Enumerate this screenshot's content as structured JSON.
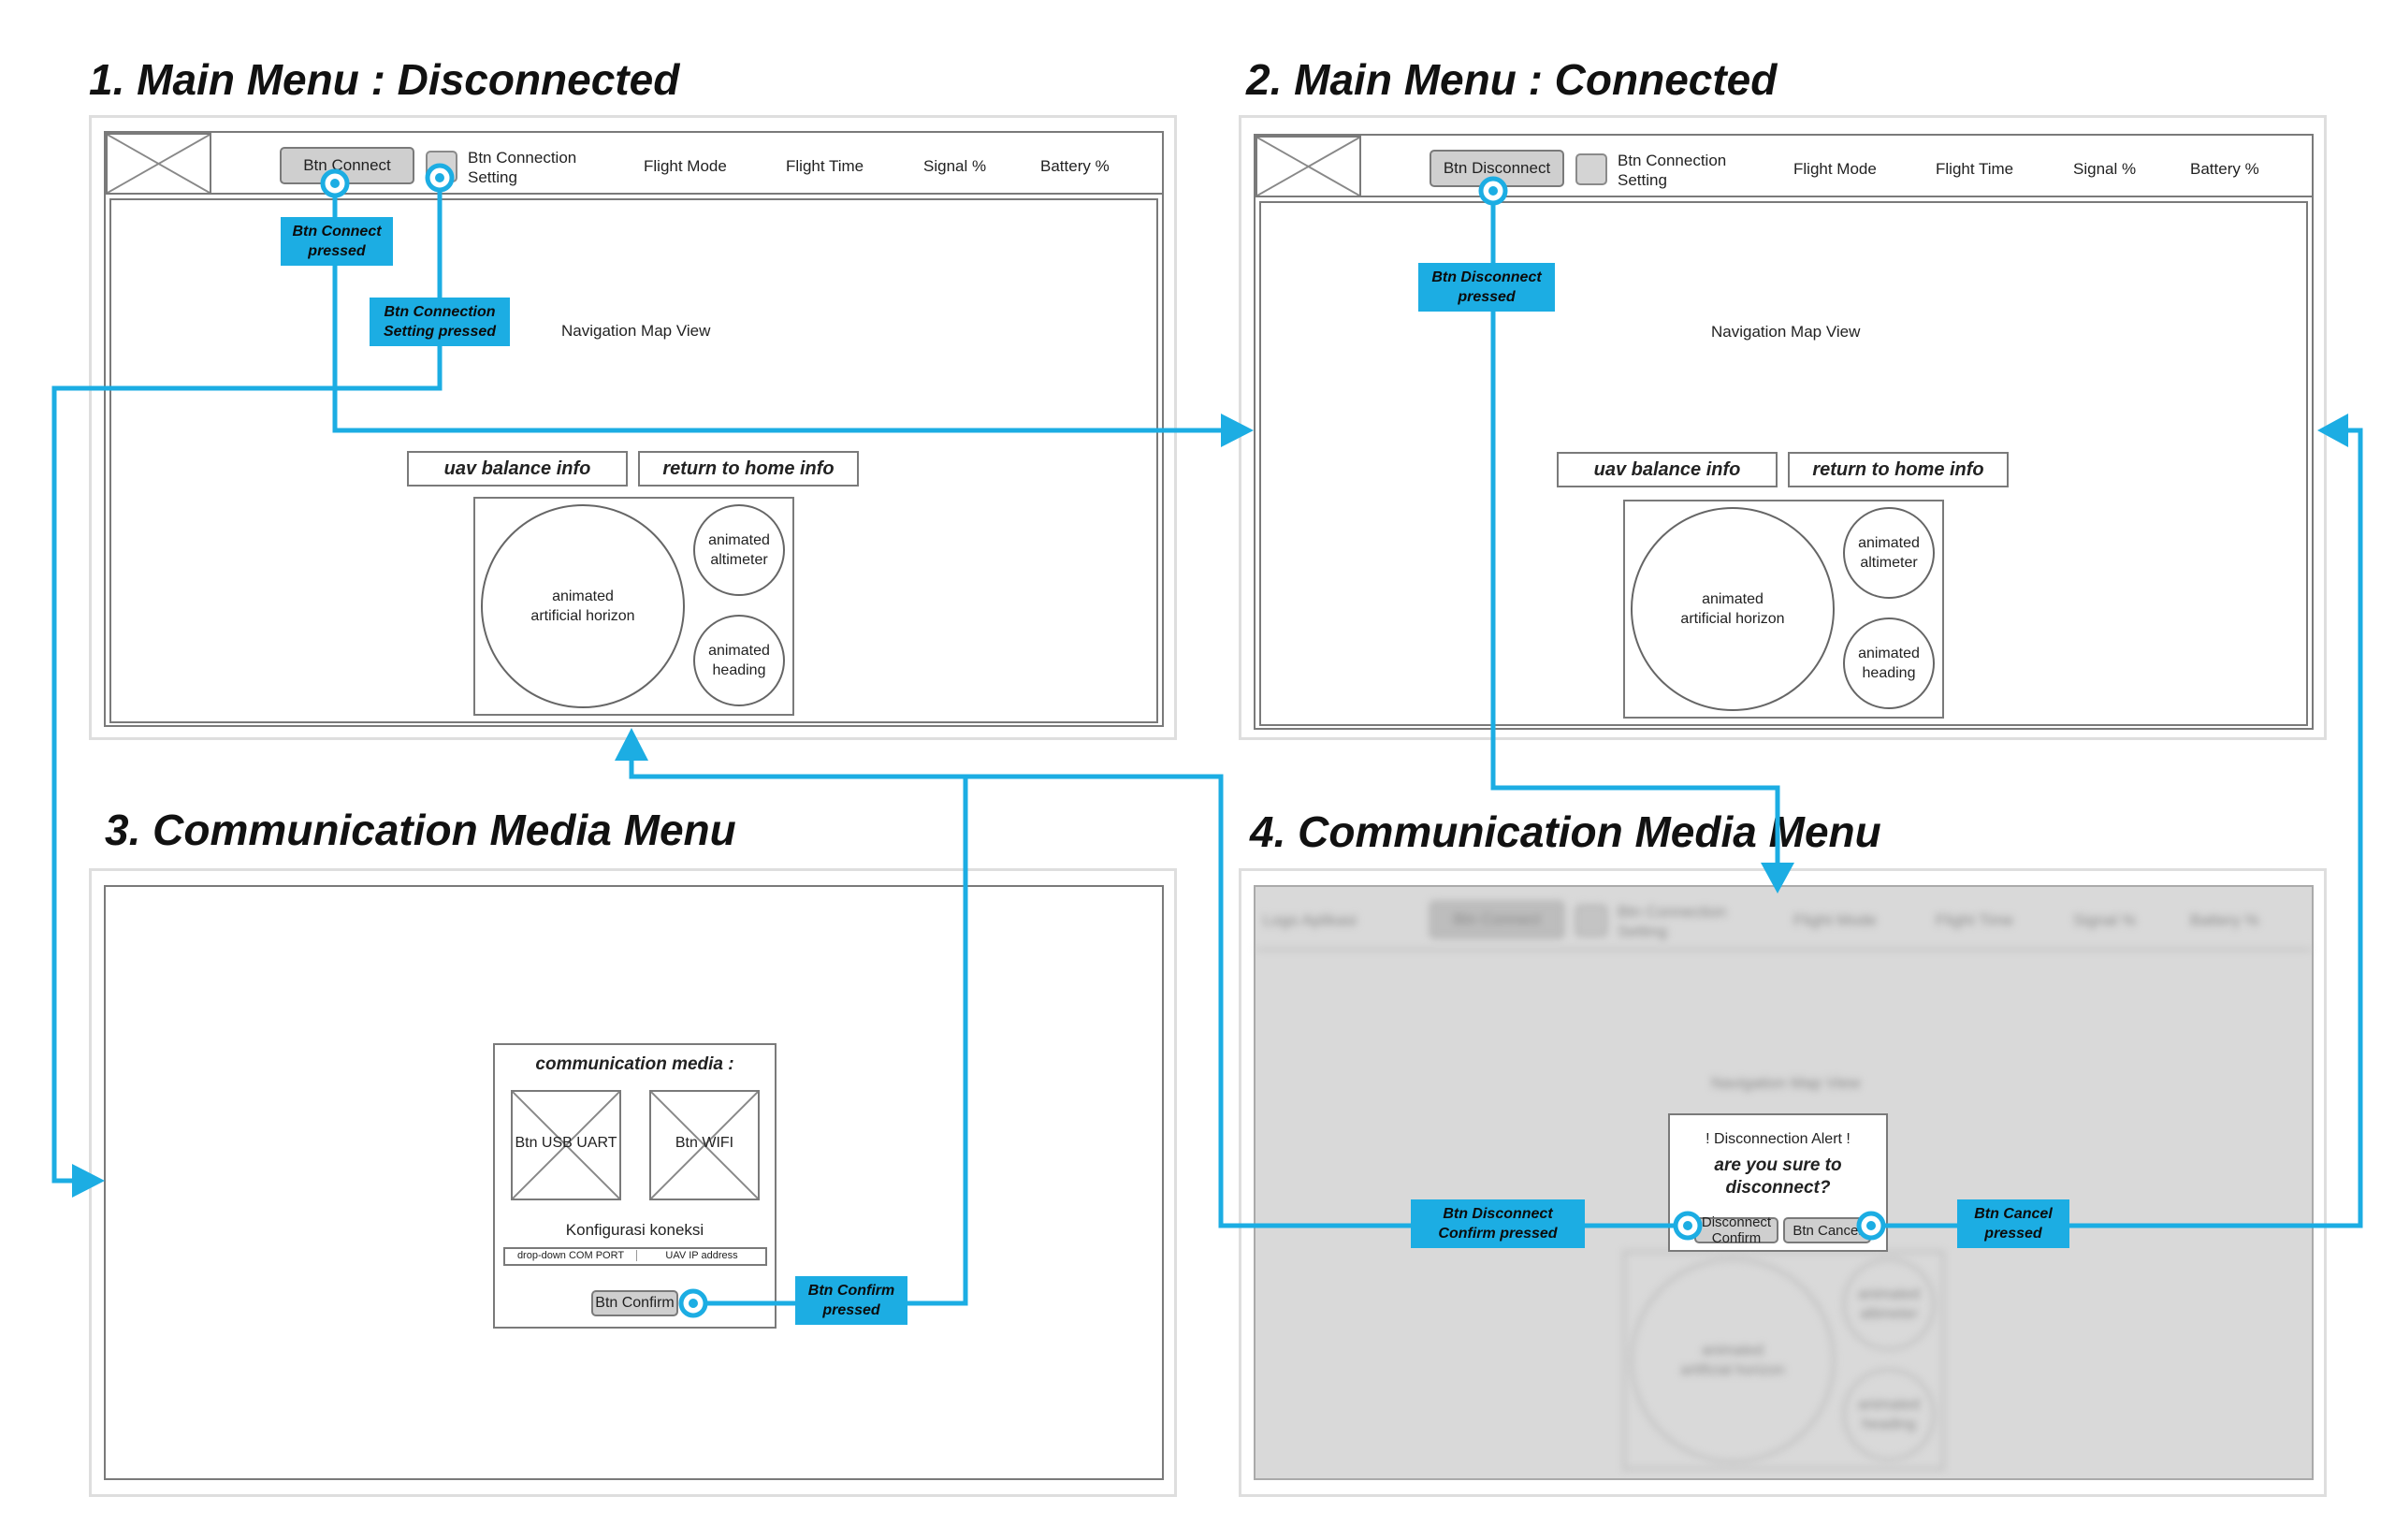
{
  "titles": {
    "p1": "1. Main Menu : Disconnected",
    "p2": "2. Main Menu : Connected",
    "p3": "3. Communication Media Menu",
    "p4": "4. Communication Media Menu"
  },
  "panel1": {
    "btn_connect": "Btn Connect",
    "btn_conn_setting": [
      "Btn Connection",
      "Setting"
    ],
    "flight_mode": "Flight Mode",
    "flight_time": "Flight Time",
    "signal": "Signal %",
    "battery": "Battery %",
    "nav_map": "Navigation Map View",
    "uav_balance": "uav balance info",
    "return_home": "return to home info",
    "horizon": [
      "animated",
      "artificial horizon"
    ],
    "altimeter": [
      "animated",
      "altimeter"
    ],
    "heading": [
      "animated",
      "heading"
    ]
  },
  "panel2": {
    "btn_disconnect": "Btn Disconnect",
    "btn_conn_setting": [
      "Btn Connection",
      "Setting"
    ],
    "flight_mode": "Flight Mode",
    "flight_time": "Flight Time",
    "signal": "Signal %",
    "battery": "Battery %",
    "nav_map": "Navigation Map View",
    "uav_balance": "uav balance info",
    "return_home": "return to home info",
    "horizon": [
      "animated",
      "artificial horizon"
    ],
    "altimeter": [
      "animated",
      "altimeter"
    ],
    "heading": [
      "animated",
      "heading"
    ]
  },
  "panel3": {
    "comm_media": "communication media :",
    "btn_usb": "Btn USB UART",
    "btn_wifi": "Btn WIFI",
    "konfig": "Konfigurasi koneksi",
    "com_port": "drop-down COM PORT",
    "uav_ip": "UAV IP address",
    "btn_confirm": "Btn Confirm"
  },
  "panel4": {
    "logo": "Logo Aplikasi",
    "btn_connect": "Btn Connect",
    "btn_conn_setting": [
      "Btn Connection",
      "Setting"
    ],
    "flight_mode": "Flight Mode",
    "flight_time": "Flight Time",
    "signal": "Signal %",
    "battery": "Battery %",
    "nav_map": "Navigation Map View",
    "horizon": [
      "animated",
      "artificial horizon"
    ],
    "altimeter": [
      "animated",
      "altimeter"
    ],
    "heading": [
      "animated",
      "heading"
    ],
    "alert_title": "! Disconnection Alert !",
    "alert_question": [
      "are you sure to",
      "disconnect?"
    ],
    "btn_disc_confirm": [
      "Disconnect",
      "Confirm"
    ],
    "btn_cancel": "Btn Cancel"
  },
  "annotations": {
    "connect_pressed": [
      "Btn Connect",
      "pressed"
    ],
    "conn_setting_pressed": [
      "Btn Connection",
      "Setting  pressed"
    ],
    "disconnect_pressed": [
      "Btn Disconnect",
      "pressed"
    ],
    "confirm_pressed": [
      "Btn Confirm",
      "pressed"
    ],
    "disc_confirm_pressed": [
      "Btn Disconnect",
      "Confirm pressed"
    ],
    "cancel_pressed": [
      "Btn Cancel",
      "pressed"
    ]
  },
  "colors": {
    "flow": "#1cade3",
    "frame": "#7a7a7a",
    "button": "#cfcfcf",
    "overlay": "#d9d9d9"
  }
}
